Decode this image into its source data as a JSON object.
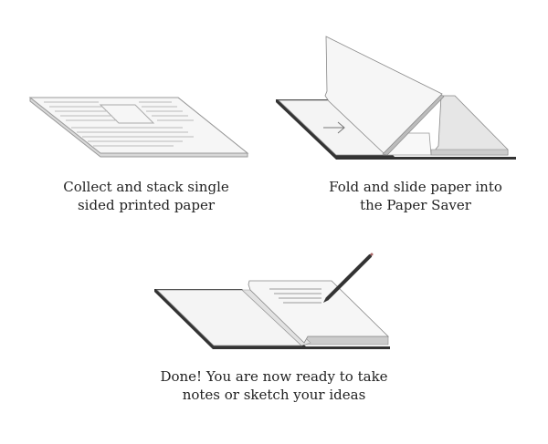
{
  "steps": [
    {
      "line1": "Collect and stack single",
      "line2": "sided printed paper"
    },
    {
      "line1": "Fold and slide paper into",
      "line2": "the Paper Saver"
    },
    {
      "line1": "Done! You are now ready to take",
      "line2": "notes or sketch your ideas"
    }
  ],
  "colors": {
    "cover": "#333333",
    "page": "#f4f4f4",
    "edge": "#888888",
    "shade": "#c8c8c8"
  }
}
